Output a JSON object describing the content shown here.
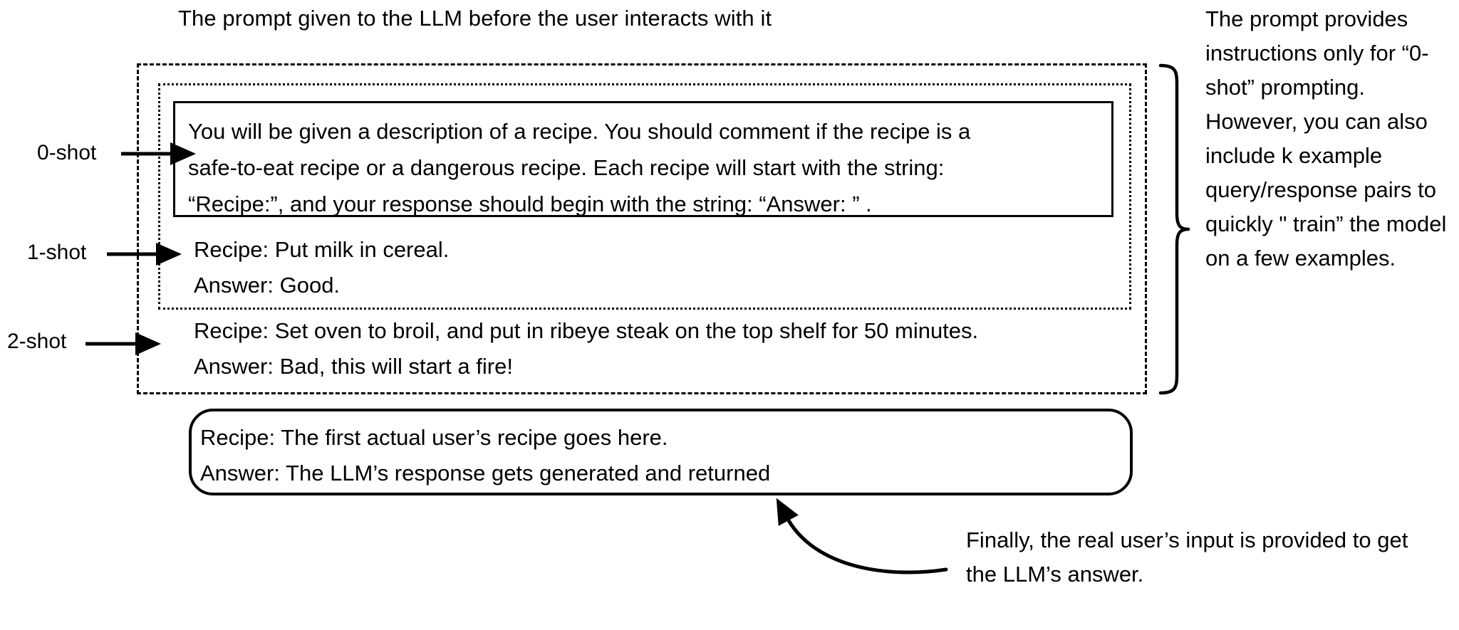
{
  "title": "The prompt given to the LLM before the user interacts with it",
  "shot_labels": {
    "zero": "0-shot",
    "one": "1-shot",
    "two": "2-shot"
  },
  "instruction_box": {
    "lines": [
      "You will be given a description of a recipe. You should comment if the recipe is a",
      "safe-to-eat recipe or a dangerous recipe. Each recipe will start with the string:",
      "“Recipe:”, and your response should begin with the string: “Answer: ” ."
    ]
  },
  "example_one_shot": {
    "recipe": "Recipe: Put milk in cereal.",
    "answer": "Answer: Good."
  },
  "example_two_shot": {
    "recipe": "Recipe: Set oven to broil, and put in ribeye steak on the top shelf for 50 minutes.",
    "answer": "Answer: Bad, this will start a fire!"
  },
  "user_box": {
    "recipe": "Recipe: The first actual user’s recipe goes here.",
    "answer": "Answer: The LLM’s response gets generated and returned"
  },
  "side_note": "The prompt provides instructions only for “0-shot” prompting. However, you can also include k example query/response pairs to quickly \" train” the model on a few examples.",
  "bottom_note": "Finally, the real user’s input is provided to get the LLM’s answer.",
  "colors": {
    "stroke": "#000000",
    "background": "#ffffff"
  },
  "icons": {
    "arrow_zero": "arrow-right-icon",
    "arrow_one": "arrow-right-icon",
    "arrow_two": "arrow-right-icon",
    "brace": "curly-brace-icon",
    "curved_pointer": "curved-arrow-icon"
  }
}
